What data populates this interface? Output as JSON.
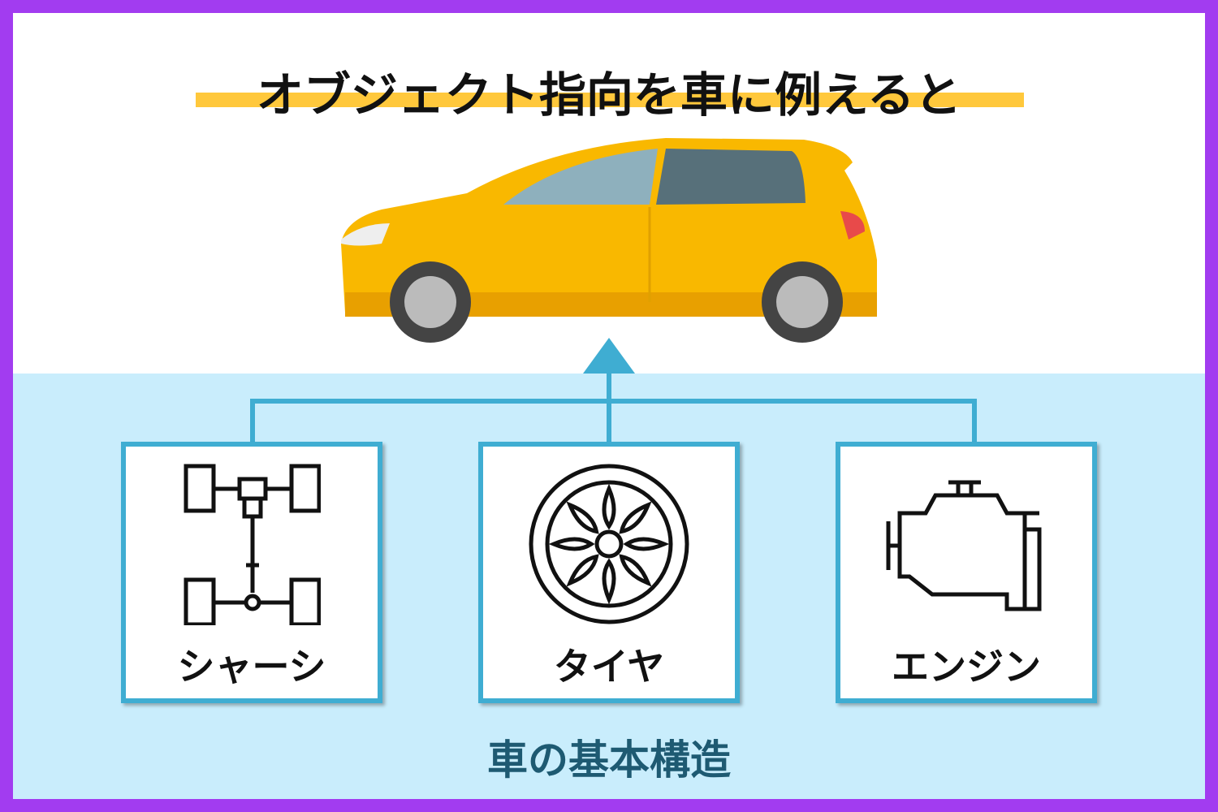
{
  "title": "オブジェクト指向を車に例えると",
  "components": [
    {
      "label": "シャーシ",
      "icon": "chassis-icon"
    },
    {
      "label": "タイヤ",
      "icon": "tire-icon"
    },
    {
      "label": "エンジン",
      "icon": "engine-icon"
    }
  ],
  "caption": "車の基本構造",
  "colors": {
    "border": "#a23cf0",
    "accent": "#3fadd2",
    "highlight": "#ffc83c",
    "car": "#f9b800",
    "background_lower": "#c9edfc"
  }
}
